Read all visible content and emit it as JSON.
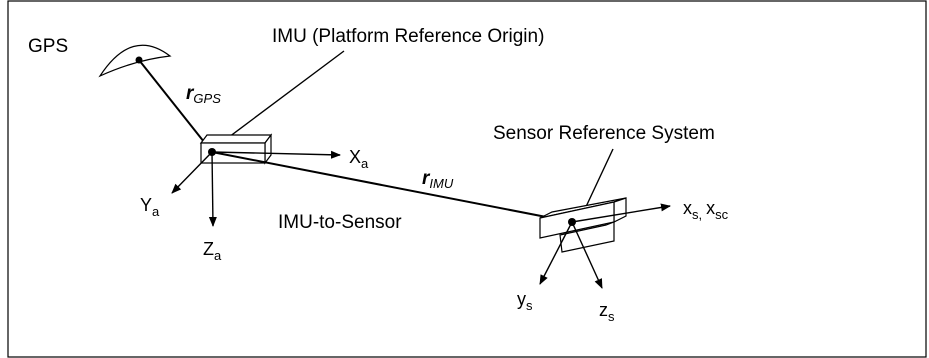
{
  "labels": {
    "gps": "GPS",
    "imu_title": "IMU (Platform Reference Origin)",
    "r_gps_main": "r",
    "r_gps_sub": "GPS",
    "r_imu_main": "r",
    "r_imu_sub": "IMU",
    "imu_to_sensor": "IMU-to-Sensor",
    "sensor_title": "Sensor Reference System",
    "xa_main": "X",
    "xa_sub": "a",
    "ya_main": "Y",
    "ya_sub": "a",
    "za_main": "Z",
    "za_sub": "a",
    "xs_main": "x",
    "xs_sub": "s,",
    "xsc_main": "x",
    "xsc_sub": "sc",
    "ys_main": "y",
    "ys_sub": "s",
    "zs_main": "z",
    "zs_sub": "s"
  }
}
